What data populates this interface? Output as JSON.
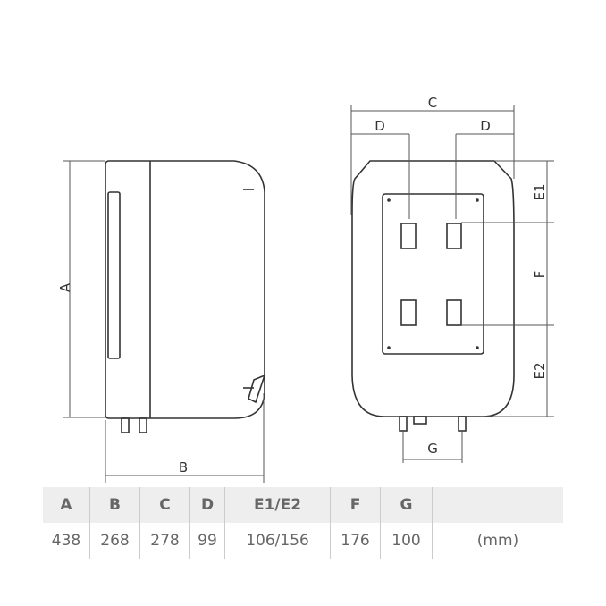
{
  "diagram": {
    "side_view_labels": {
      "height": "A",
      "depth": "B"
    },
    "front_view_labels": {
      "width": "C",
      "d_left": "D",
      "d_right": "D",
      "e1": "E1",
      "f": "F",
      "e2": "E2",
      "g": "G"
    }
  },
  "table": {
    "headers": [
      "A",
      "B",
      "C",
      "D",
      "E1/E2",
      "F",
      "G",
      ""
    ],
    "values": [
      "438",
      "268",
      "278",
      "99",
      "106/156",
      "176",
      "100",
      "(mm)"
    ]
  }
}
